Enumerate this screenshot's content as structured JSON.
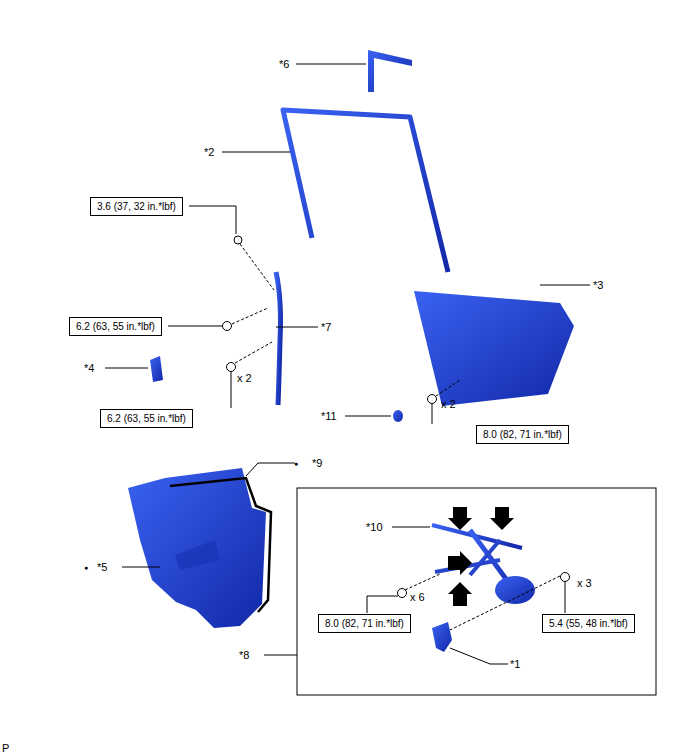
{
  "diagram": {
    "nodes": [
      {
        "text": [
          "3.6 (37, 32 in.*lbf)"
        ]
      },
      {
        "text": [
          "6.2 (63, 55 in.*lbf)"
        ]
      },
      {
        "text": [
          "6.2 (63, 55 in.*lbf)"
        ]
      },
      {
        "text": [
          "8.0 (82, 71 in.*lbf)"
        ]
      },
      {
        "text": [
          "8.0 (82, 71 in.*lbf)"
        ]
      },
      {
        "text": [
          "5.4 (55, 48 in.*lbf)"
        ]
      }
    ],
    "labels": [
      "*6",
      "*2",
      "*3",
      "*7",
      "*4",
      "x 2",
      "*11",
      "x 2",
      "●",
      "*9",
      "●",
      "*5",
      "*10",
      "x 6",
      "x 3",
      "*8",
      "*1",
      "P"
    ]
  }
}
